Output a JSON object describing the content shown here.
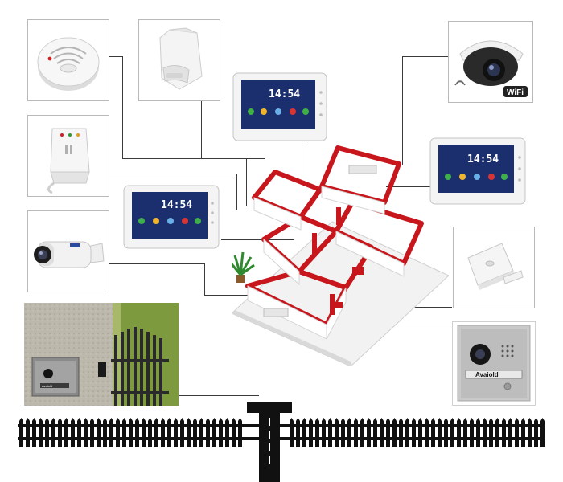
{
  "monitor": {
    "time": "14:54"
  },
  "camera": {
    "badge": "WiFi"
  },
  "door_station": {
    "brand": "Avaiold"
  },
  "gate_station": {
    "brand": "Avaiold"
  },
  "colors": {
    "accent_red": "#c8161d",
    "screen_blue": "#1b2f6e",
    "line": "#3a3a3a",
    "fence": "#111111"
  }
}
